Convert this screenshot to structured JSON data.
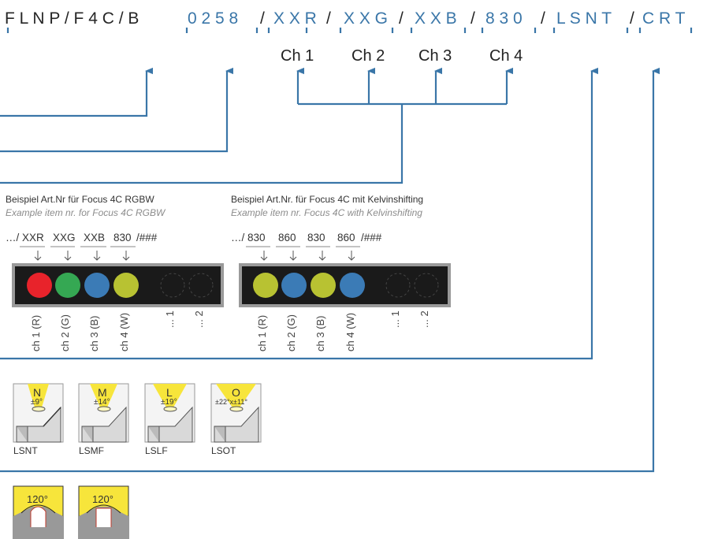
{
  "code": {
    "segments": [
      {
        "text": "F L N P / F 4 C / B",
        "color": "dark"
      },
      {
        "text": "0 2 5 8",
        "color": "blue"
      },
      {
        "text": "X X R",
        "color": "blue"
      },
      {
        "text": "X X G",
        "color": "blue"
      },
      {
        "text": "X X B",
        "color": "blue"
      },
      {
        "text": "8 3 0",
        "color": "blue"
      },
      {
        "text": "L S N T",
        "color": "blue"
      },
      {
        "text": "C R T",
        "color": "blue"
      }
    ],
    "separator": "/"
  },
  "channels": [
    "Ch 1",
    "Ch 2",
    "Ch 3",
    "Ch 4"
  ],
  "example_rgbw": {
    "title_de": "Beispiel Art.Nr für Focus 4C RGBW",
    "title_en": "Example item nr. for Focus 4C RGBW",
    "code_parts": [
      "…/",
      "XXR",
      "XXG",
      "XXB",
      "830",
      "/###"
    ],
    "led_colors": [
      "#e8232b",
      "#35a853",
      "#3b7bb6",
      "#b8c232"
    ],
    "channel_labels": [
      "ch 1 (R)",
      "ch 2 (G)",
      "ch 3 (B)",
      "ch 4 (W)",
      "... 1",
      "... 2"
    ]
  },
  "example_kelvin": {
    "title_de": "Beispiel Art.Nr. für Focus 4C mit Kelvinshifting",
    "title_en": "Example item nr. Focus 4C with Kelvinshifting",
    "code_parts": [
      "…/",
      "830",
      "860",
      "830",
      "860",
      "/###"
    ],
    "led_colors": [
      "#b8c232",
      "#3b7bb6",
      "#b8c232",
      "#3b7bb6"
    ],
    "channel_labels": [
      "ch 1 (R)",
      "ch 2 (G)",
      "ch 3 (B)",
      "ch 4 (W)",
      "... 1",
      "... 2"
    ]
  },
  "lenses": [
    {
      "letter": "N",
      "angle": "±9°",
      "name": "LSNT"
    },
    {
      "letter": "M",
      "angle": "±14°",
      "name": "LSMF"
    },
    {
      "letter": "L",
      "angle": "±19°",
      "name": "LSLF"
    },
    {
      "letter": "O",
      "angle": "±22°x±11°",
      "name": "LSOT"
    }
  ],
  "beams": [
    {
      "angle": "120°"
    },
    {
      "angle": "120°"
    }
  ],
  "colors": {
    "accent_blue": "#3a76a8",
    "lens_yellow": "#f7e53b",
    "board_black": "#1a1a1a",
    "board_frame": "#9a9a9a"
  }
}
